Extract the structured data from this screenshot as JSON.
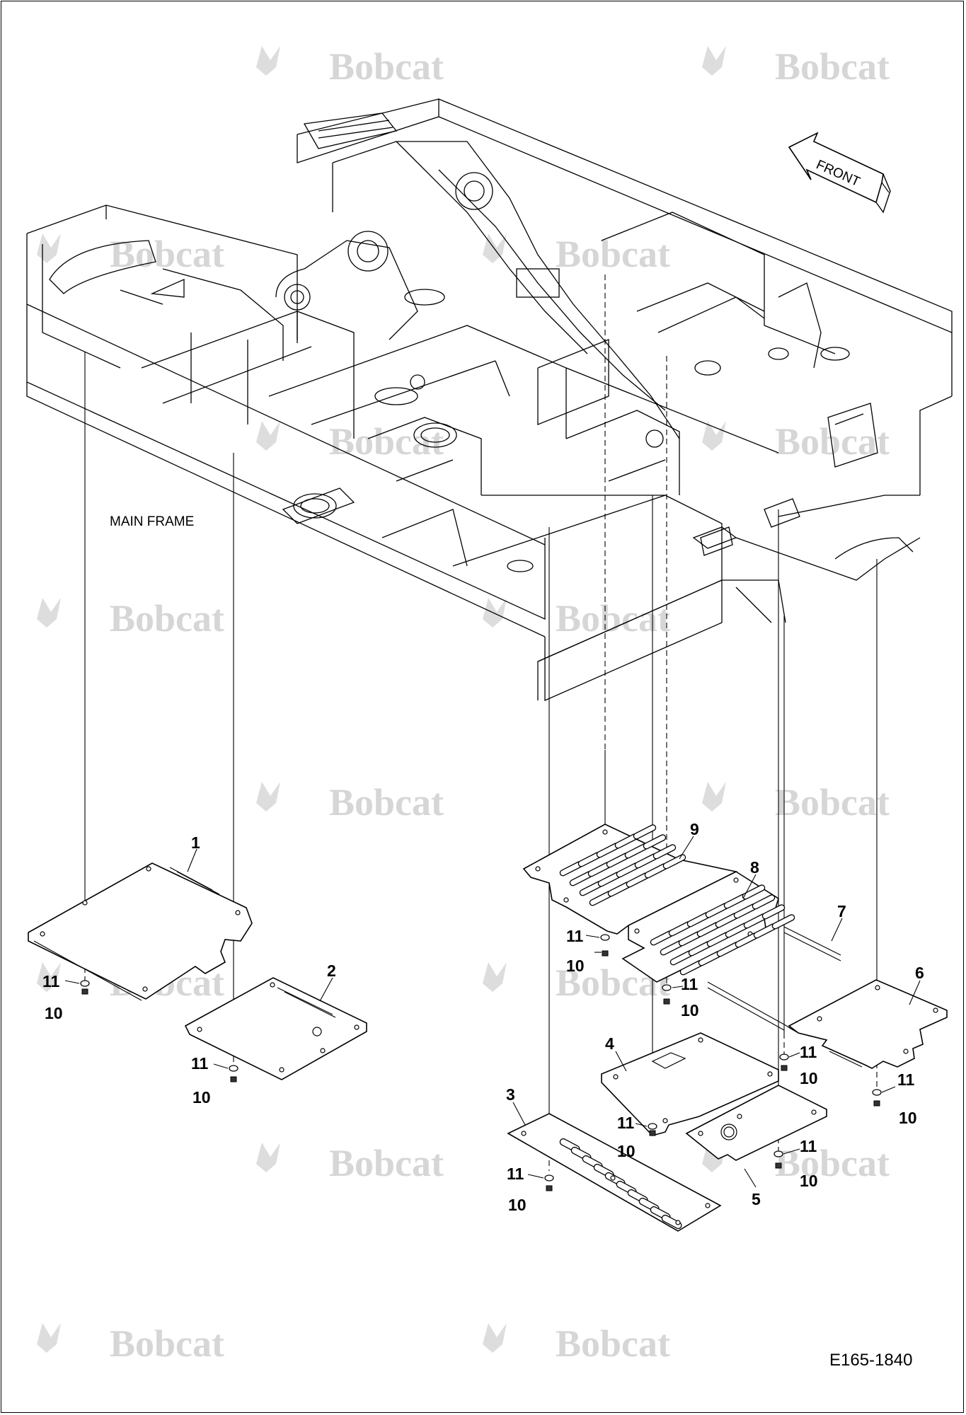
{
  "brand": {
    "watermark_text": "Bobcat",
    "watermark_color": "#cccccc"
  },
  "diagram": {
    "main_frame_label": "MAIN FRAME",
    "front_label": "FRONT",
    "document_id": "E165-1840",
    "callouts": {
      "p1": "1",
      "p2": "2",
      "p3": "3",
      "p4": "4",
      "p5": "5",
      "p6": "6",
      "p7": "7",
      "p8": "8",
      "p9": "9",
      "washer": "11",
      "bolt": "10"
    }
  }
}
